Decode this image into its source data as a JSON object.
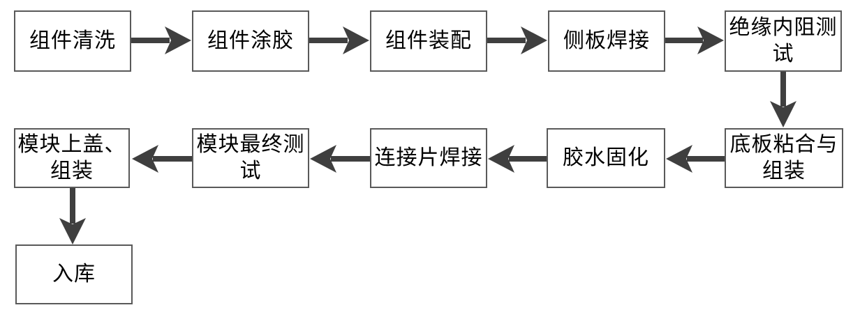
{
  "diagram": {
    "type": "flowchart",
    "colors": {
      "background": "#ffffff",
      "box_fill": "#ffffff",
      "box_border": "#595959",
      "arrow": "#3f3f3f",
      "text": "#000000"
    },
    "nodes": [
      {
        "id": "n1",
        "label": "组件清洗"
      },
      {
        "id": "n2",
        "label": "组件涂胶"
      },
      {
        "id": "n3",
        "label": "组件装配"
      },
      {
        "id": "n4",
        "label": "侧板焊接"
      },
      {
        "id": "n5",
        "label": "绝缘内阻测\n试"
      },
      {
        "id": "n6",
        "label": "底板粘合与\n组装"
      },
      {
        "id": "n7",
        "label": "胶水固化"
      },
      {
        "id": "n8",
        "label": "连接片焊接"
      },
      {
        "id": "n9",
        "label": "模块最终测\n试"
      },
      {
        "id": "n10",
        "label": "模块上盖、\n组装"
      },
      {
        "id": "n11",
        "label": "入库"
      }
    ],
    "edges": [
      {
        "from": "n1",
        "to": "n2",
        "direction": "right"
      },
      {
        "from": "n2",
        "to": "n3",
        "direction": "right"
      },
      {
        "from": "n3",
        "to": "n4",
        "direction": "right"
      },
      {
        "from": "n4",
        "to": "n5",
        "direction": "right"
      },
      {
        "from": "n5",
        "to": "n6",
        "direction": "down"
      },
      {
        "from": "n6",
        "to": "n7",
        "direction": "left"
      },
      {
        "from": "n7",
        "to": "n8",
        "direction": "left"
      },
      {
        "from": "n8",
        "to": "n9",
        "direction": "left"
      },
      {
        "from": "n9",
        "to": "n10",
        "direction": "left"
      },
      {
        "from": "n10",
        "to": "n11",
        "direction": "down"
      }
    ]
  }
}
